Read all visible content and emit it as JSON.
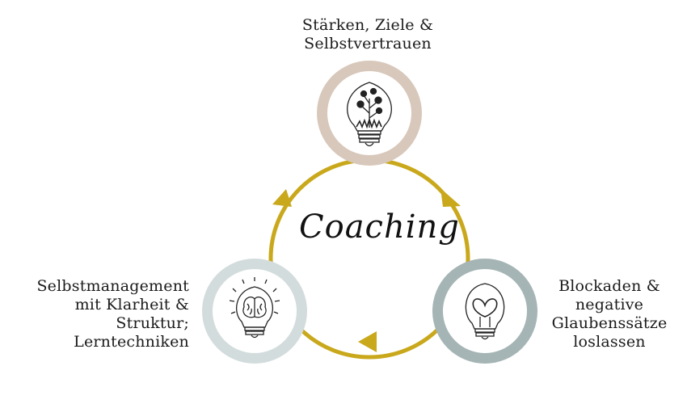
{
  "diagram": {
    "center_label": "Coaching",
    "nodes": [
      {
        "id": "top",
        "label": "Stärken, Ziele &\nSelbstvertrauen",
        "icon": "plant-lightbulb-icon",
        "ring_color": "#d8c8bb"
      },
      {
        "id": "right",
        "label": "Blockaden &\nnegative\nGlaubenssätze\nloslassen",
        "icon": "heart-lightbulb-icon",
        "ring_color": "#a5b4b4"
      },
      {
        "id": "left",
        "label": "Selbstmanagement\nmit Klarheit &\nStruktur;\nLerntechniken",
        "icon": "brain-lightbulb-icon",
        "ring_color": "#d3dcdc"
      }
    ],
    "cycle_color": "#c9a81c"
  }
}
